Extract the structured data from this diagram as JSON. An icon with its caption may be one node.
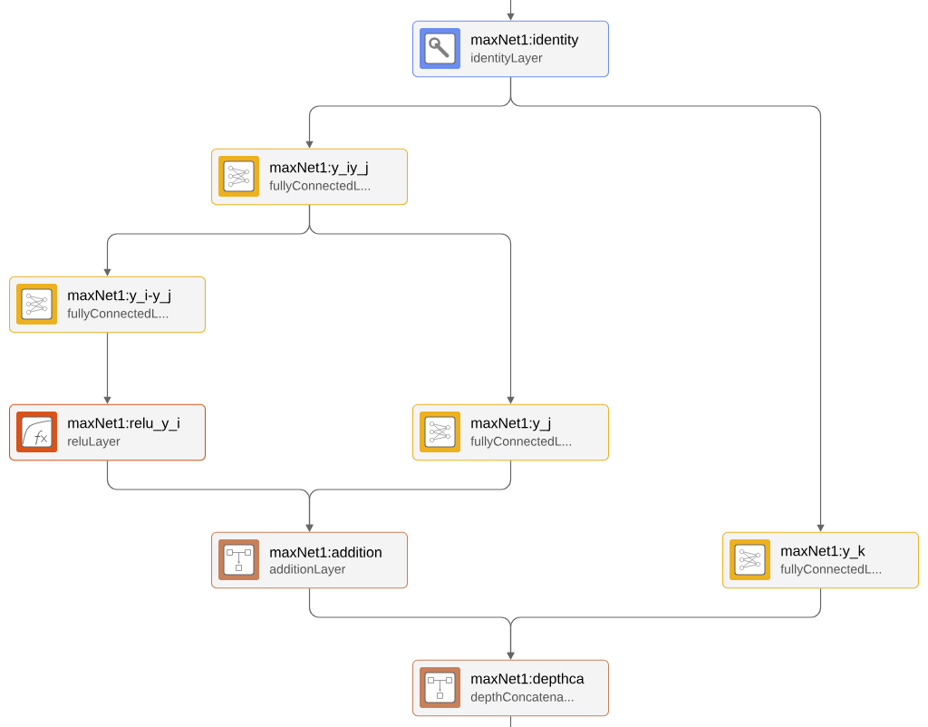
{
  "diagram": {
    "nodes": [
      {
        "text": [
          "maxNet1:identity",
          "identityLayer"
        ]
      },
      {
        "text": [
          "maxNet1:y_iy_j",
          "fullyConnectedL..."
        ]
      },
      {
        "text": [
          "maxNet1:y_i-y_j",
          "fullyConnectedL..."
        ]
      },
      {
        "text": [
          "maxNet1:relu_y_i",
          "reluLayer"
        ]
      },
      {
        "text": [
          "maxNet1:y_j",
          "fullyConnectedL..."
        ]
      },
      {
        "text": [
          "maxNet1:addition",
          "additionLayer"
        ]
      },
      {
        "text": [
          "maxNet1:y_k",
          "fullyConnectedL..."
        ]
      },
      {
        "text": [
          "maxNet1:depthca",
          "depthConcatena..."
        ]
      }
    ],
    "edges": [
      {
        "from": null,
        "to": 0,
        "arrow": "to"
      },
      {
        "from": 0,
        "to": 1,
        "arrow": "to"
      },
      {
        "from": 0,
        "to": 6,
        "arrow": "to"
      },
      {
        "from": 1,
        "to": 2,
        "arrow": "to"
      },
      {
        "from": 1,
        "to": 4,
        "arrow": "to"
      },
      {
        "from": 2,
        "to": 3,
        "arrow": "to"
      },
      {
        "from": 3,
        "to": 5,
        "arrow": "to"
      },
      {
        "from": 4,
        "to": 5,
        "arrow": "to"
      },
      {
        "from": 5,
        "to": 7,
        "arrow": "to"
      },
      {
        "from": 6,
        "to": 7,
        "arrow": "to"
      },
      {
        "from": 7,
        "to": null,
        "arrow": "none"
      }
    ]
  }
}
